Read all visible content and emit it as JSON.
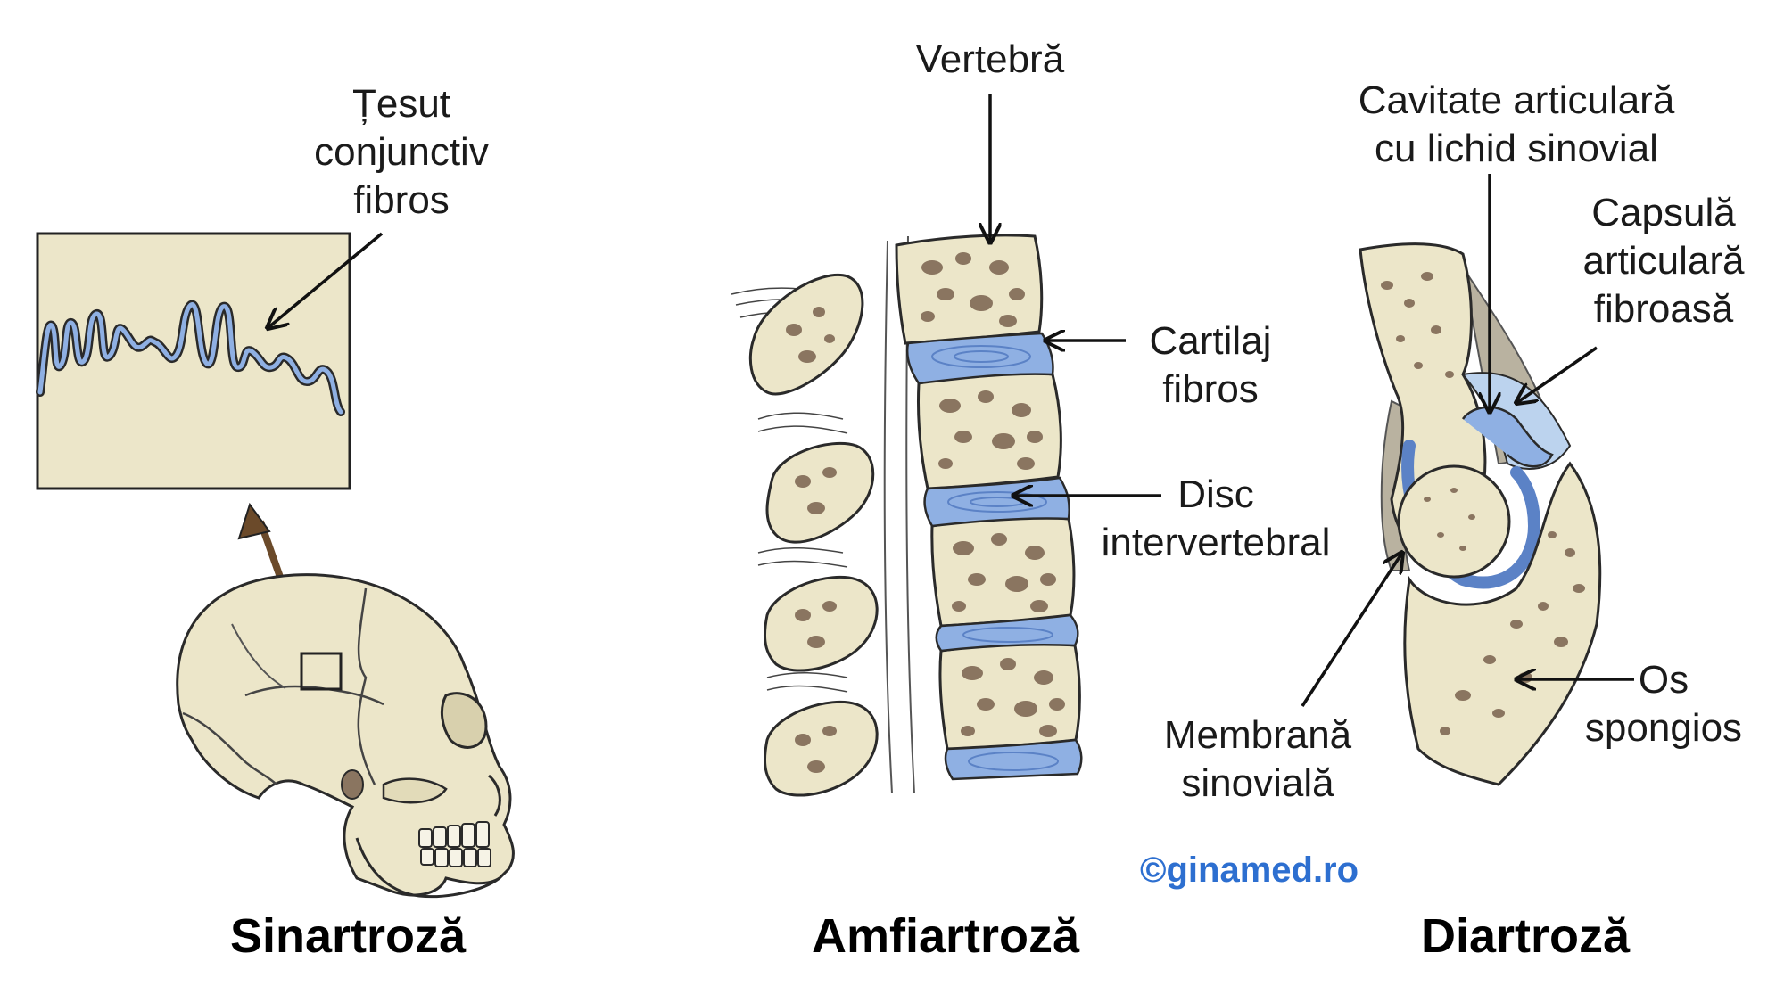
{
  "colors": {
    "bone": "#ece6c9",
    "bone_outline": "#3a3a3a",
    "spongy_hole": "#8a7560",
    "cartilage": "#8fb0e3",
    "cartilage_dark": "#5b82c6",
    "synovial_fluid": "#bcd3ee",
    "arrow_brown": "#6b4a2a",
    "credit_blue": "#2d6fd0"
  },
  "sinartroza": {
    "title": "Sinartroză",
    "label_tesut": "Țesut conjunctiv fibros",
    "label_lines": [
      "Țesut",
      "conjunctiv",
      "fibros"
    ]
  },
  "amfiartroza": {
    "title": "Amfiartroză",
    "label_vertebra": "Vertebră",
    "label_cartilaj_lines": [
      "Cartilaj",
      "fibros"
    ],
    "label_disc_lines": [
      "Disc",
      "intervertebral"
    ]
  },
  "diartroza": {
    "title": "Diartroză",
    "label_cavitate_lines": [
      "Cavitate articulară",
      "cu lichid sinovial"
    ],
    "label_capsula_lines": [
      "Capsulă",
      "articulară",
      "fibroasă"
    ],
    "label_membrana_lines": [
      "Membrană",
      "sinovială"
    ],
    "label_os_lines": [
      "Os",
      "spongios"
    ]
  },
  "credit": "©ginamed.ro"
}
